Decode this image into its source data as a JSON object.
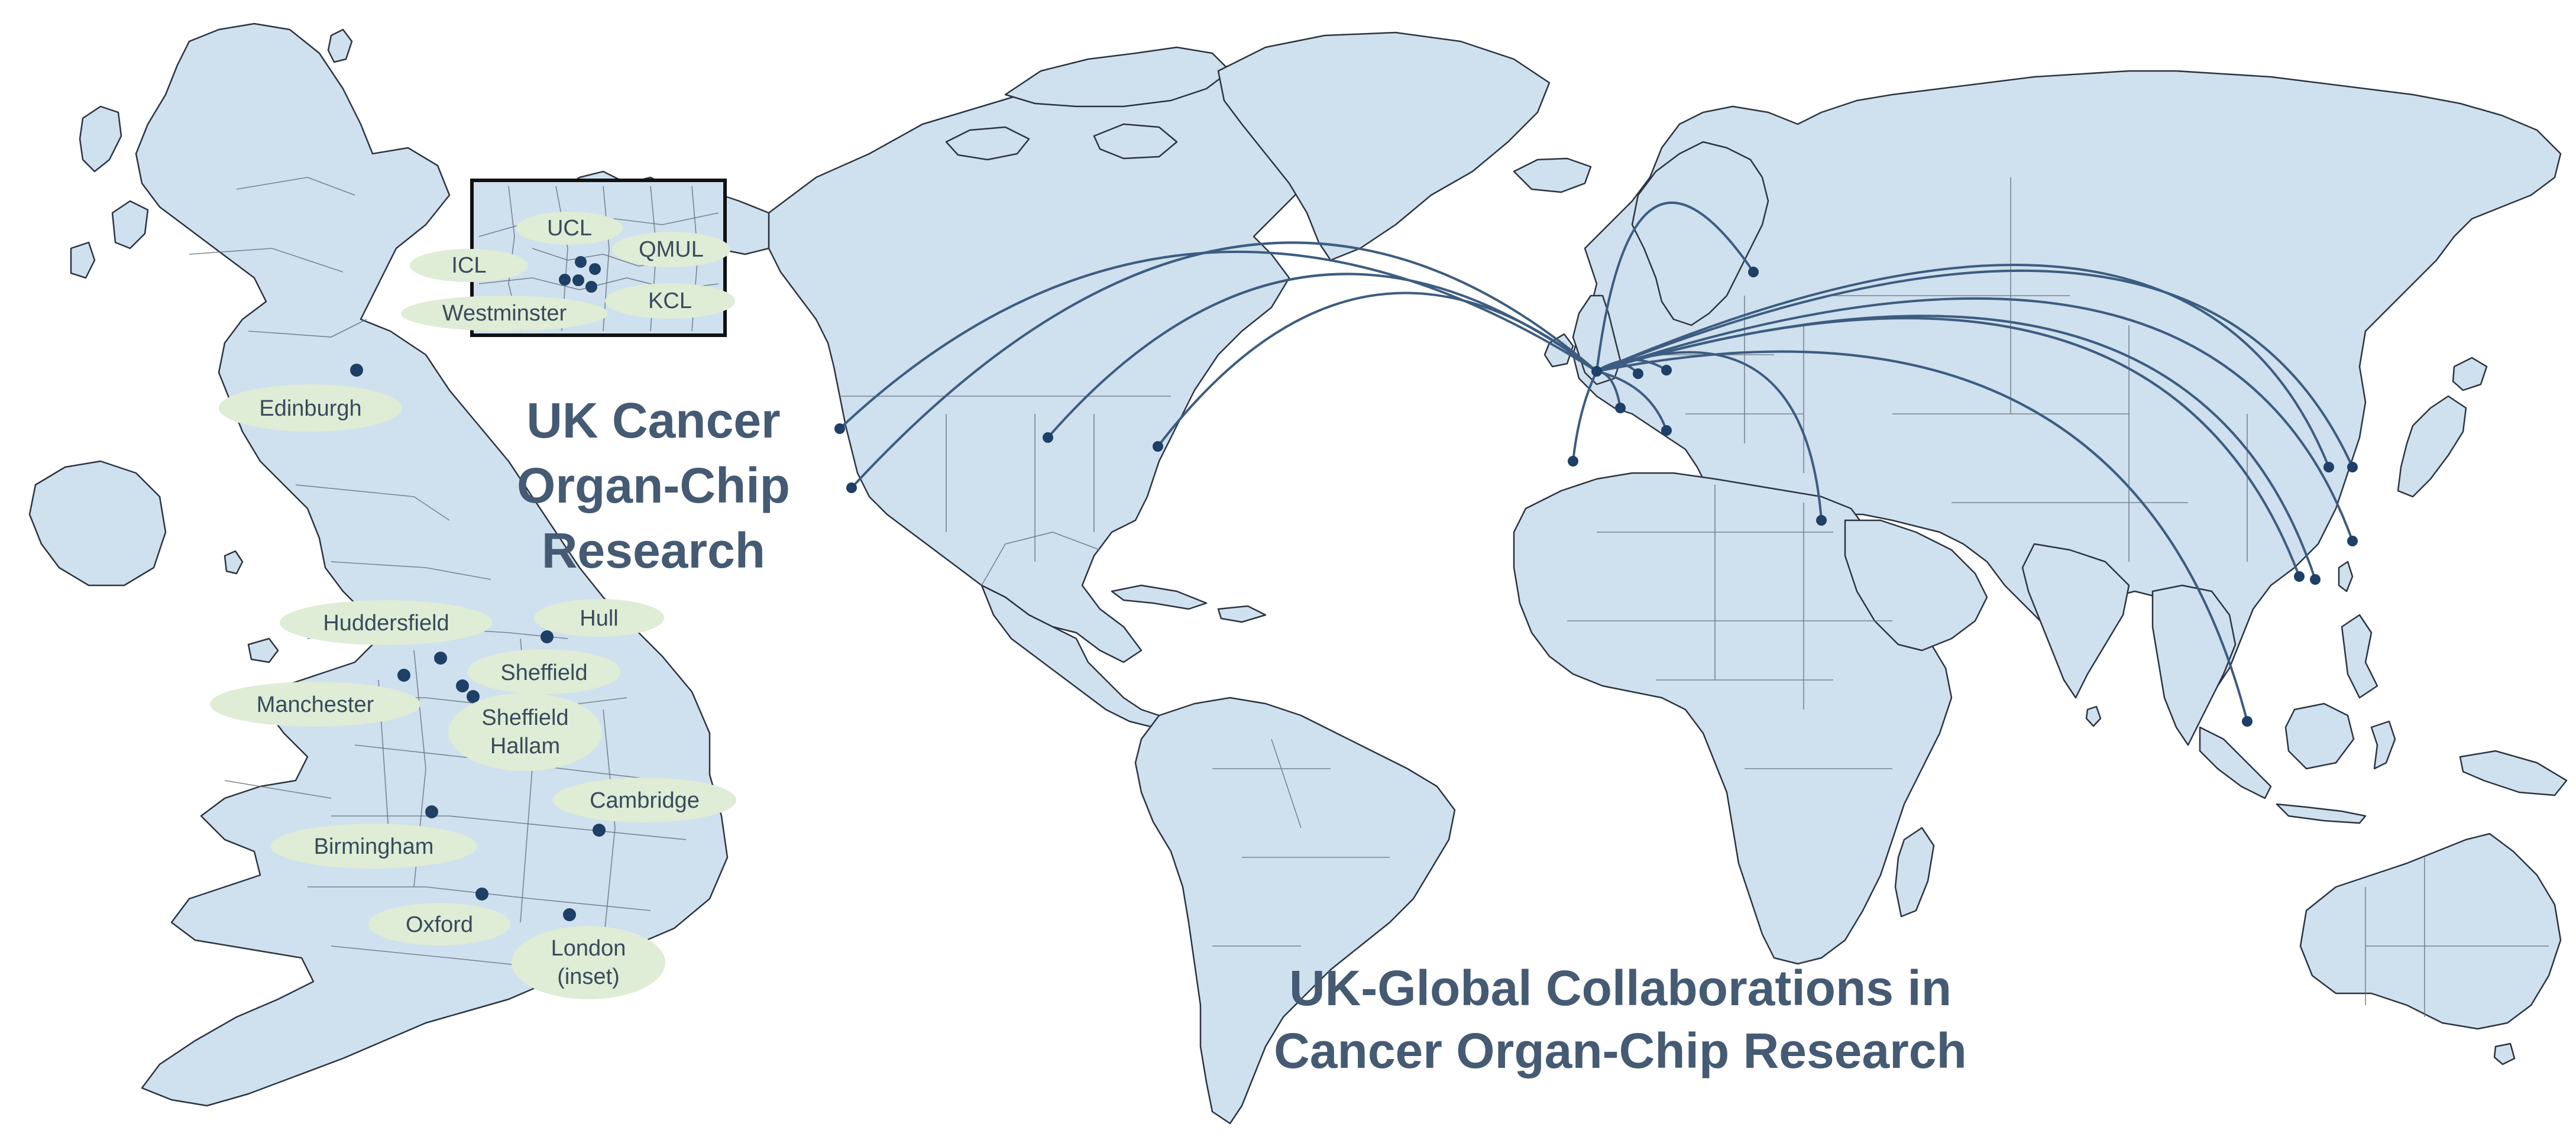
{
  "uk_title": [
    "UK Cancer",
    "Organ-Chip",
    "Research"
  ],
  "global_title": [
    "UK-Global Collaborations in",
    "Cancer Organ-Chip Research"
  ],
  "colors": {
    "land": "#cfe0ee",
    "coast": "#2b3440",
    "label_bubble": "#dfecd6",
    "marker": "#1e3f66",
    "arc": "#3d5c80",
    "title": "#455a73"
  },
  "uk_sites": [
    {
      "name": "Edinburgh"
    },
    {
      "name": "Huddersfield"
    },
    {
      "name": "Hull"
    },
    {
      "name": "Sheffield"
    },
    {
      "name": "Manchester"
    },
    {
      "name": "Sheffield Hallam"
    },
    {
      "name": "Cambridge"
    },
    {
      "name": "Birmingham"
    },
    {
      "name": "Oxford"
    },
    {
      "name": "London (inset)"
    }
  ],
  "london_inset_sites": [
    {
      "name": "UCL"
    },
    {
      "name": "QMUL"
    },
    {
      "name": "ICL"
    },
    {
      "name": "Westminster"
    },
    {
      "name": "KCL"
    }
  ],
  "uk_labels": {
    "edinburgh": "Edinburgh",
    "huddersfield": "Huddersfield",
    "hull": "Hull",
    "sheffield": "Sheffield",
    "manchester": "Manchester",
    "sheffield_hallam_1": "Sheffield",
    "sheffield_hallam_2": "Hallam",
    "cambridge": "Cambridge",
    "birmingham": "Birmingham",
    "oxford": "Oxford",
    "london_1": "London",
    "london_2": "(inset)"
  },
  "inset_labels": {
    "ucl": "UCL",
    "qmul": "QMUL",
    "icl": "ICL",
    "westminster": "Westminster",
    "kcl": "KCL"
  },
  "collaborations": [
    {
      "to_region": "US West Coast (north)"
    },
    {
      "to_region": "US West Coast (south)"
    },
    {
      "to_region": "US Midwest"
    },
    {
      "to_region": "US East Coast"
    },
    {
      "to_region": "Finland"
    },
    {
      "to_region": "Netherlands"
    },
    {
      "to_region": "Germany"
    },
    {
      "to_region": "Switzerland"
    },
    {
      "to_region": "Spain"
    },
    {
      "to_region": "Italy"
    },
    {
      "to_region": "Israel"
    },
    {
      "to_region": "China (north)"
    },
    {
      "to_region": "South Korea"
    },
    {
      "to_region": "China (east)"
    },
    {
      "to_region": "Hong Kong"
    },
    {
      "to_region": "Taiwan"
    },
    {
      "to_region": "Singapore"
    }
  ]
}
